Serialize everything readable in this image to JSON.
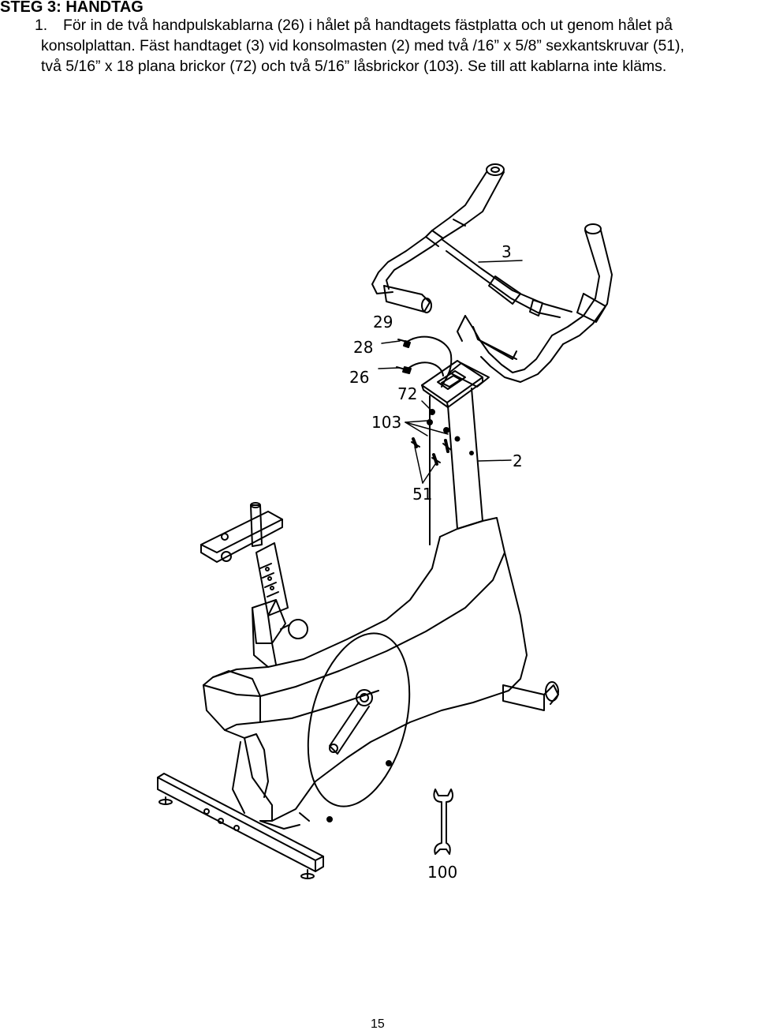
{
  "page": {
    "heading": "STEG 3: HANDTAG",
    "step_number": "1.",
    "step_lines": [
      "För in de två handpulskablarna (26) i hålet på handtagets fästplatta och ut genom hålet på",
      "konsolplattan. Fäst handtaget (3) vid konsolmasten (2) med två /16” x 5/8” sexkantskruvar (51),",
      "två 5/16” x 18 plana brickor (72) och två 5/16” låsbrickor (103). Se till att kablarna inte kläms."
    ],
    "page_number": "15"
  },
  "diagram": {
    "labels": {
      "handlebar": "3",
      "part29": "29",
      "part28": "28",
      "cable": "26",
      "washer": "72",
      "lockwasher": "103",
      "mast": "2",
      "bolt": "51",
      "wrench": "100"
    }
  }
}
